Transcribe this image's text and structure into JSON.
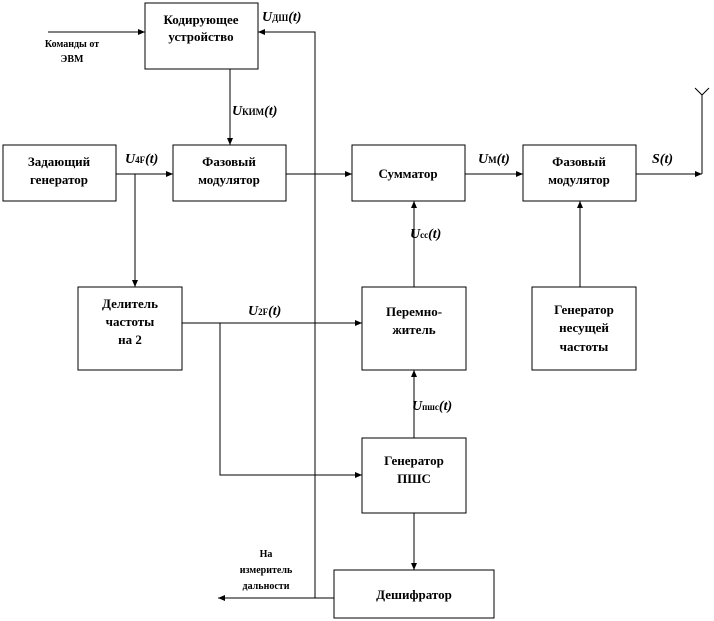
{
  "blocks": {
    "encoder": [
      "Кодирующее",
      "устройство"
    ],
    "master_gen": [
      "Задающий",
      "генератор"
    ],
    "phase_mod_1": [
      "Фазовый",
      "модулятор"
    ],
    "adder": [
      "Сумматор"
    ],
    "phase_mod_2": [
      "Фазовый",
      "модулятор"
    ],
    "divider": [
      "Делитель",
      "частоты",
      "на 2"
    ],
    "multiplier": [
      "Перемно-",
      "житель"
    ],
    "carrier_gen": [
      "Генератор",
      "несущей",
      "частоты"
    ],
    "prs_gen": [
      "Генератор",
      "ПШС"
    ],
    "decoder": [
      "Дешифратор"
    ]
  },
  "notes": {
    "commands": [
      "Команды от",
      "ЭВМ"
    ],
    "range_meter": [
      "На",
      "измеритель",
      "дальности"
    ]
  },
  "signals": {
    "u_dsh": {
      "u": "U",
      "sub": "ДШ",
      "t": "(t)"
    },
    "u_kim": {
      "u": "U",
      "sub": "КИМ",
      "t": "(t)"
    },
    "u_4f": {
      "u": "U",
      "sub": "4F",
      "t": "(t)"
    },
    "u_m": {
      "u": "U",
      "sub": "M",
      "t": "(t)"
    },
    "s": {
      "u": "S",
      "sub": "",
      "t": "(t)"
    },
    "u_cc": {
      "u": "U",
      "sub": "cc",
      "t": "(t)"
    },
    "u_2f": {
      "u": "U",
      "sub": "2F",
      "t": "(t)"
    },
    "u_pshs": {
      "u": "U",
      "sub": "пшс",
      "t": "(t)"
    }
  }
}
